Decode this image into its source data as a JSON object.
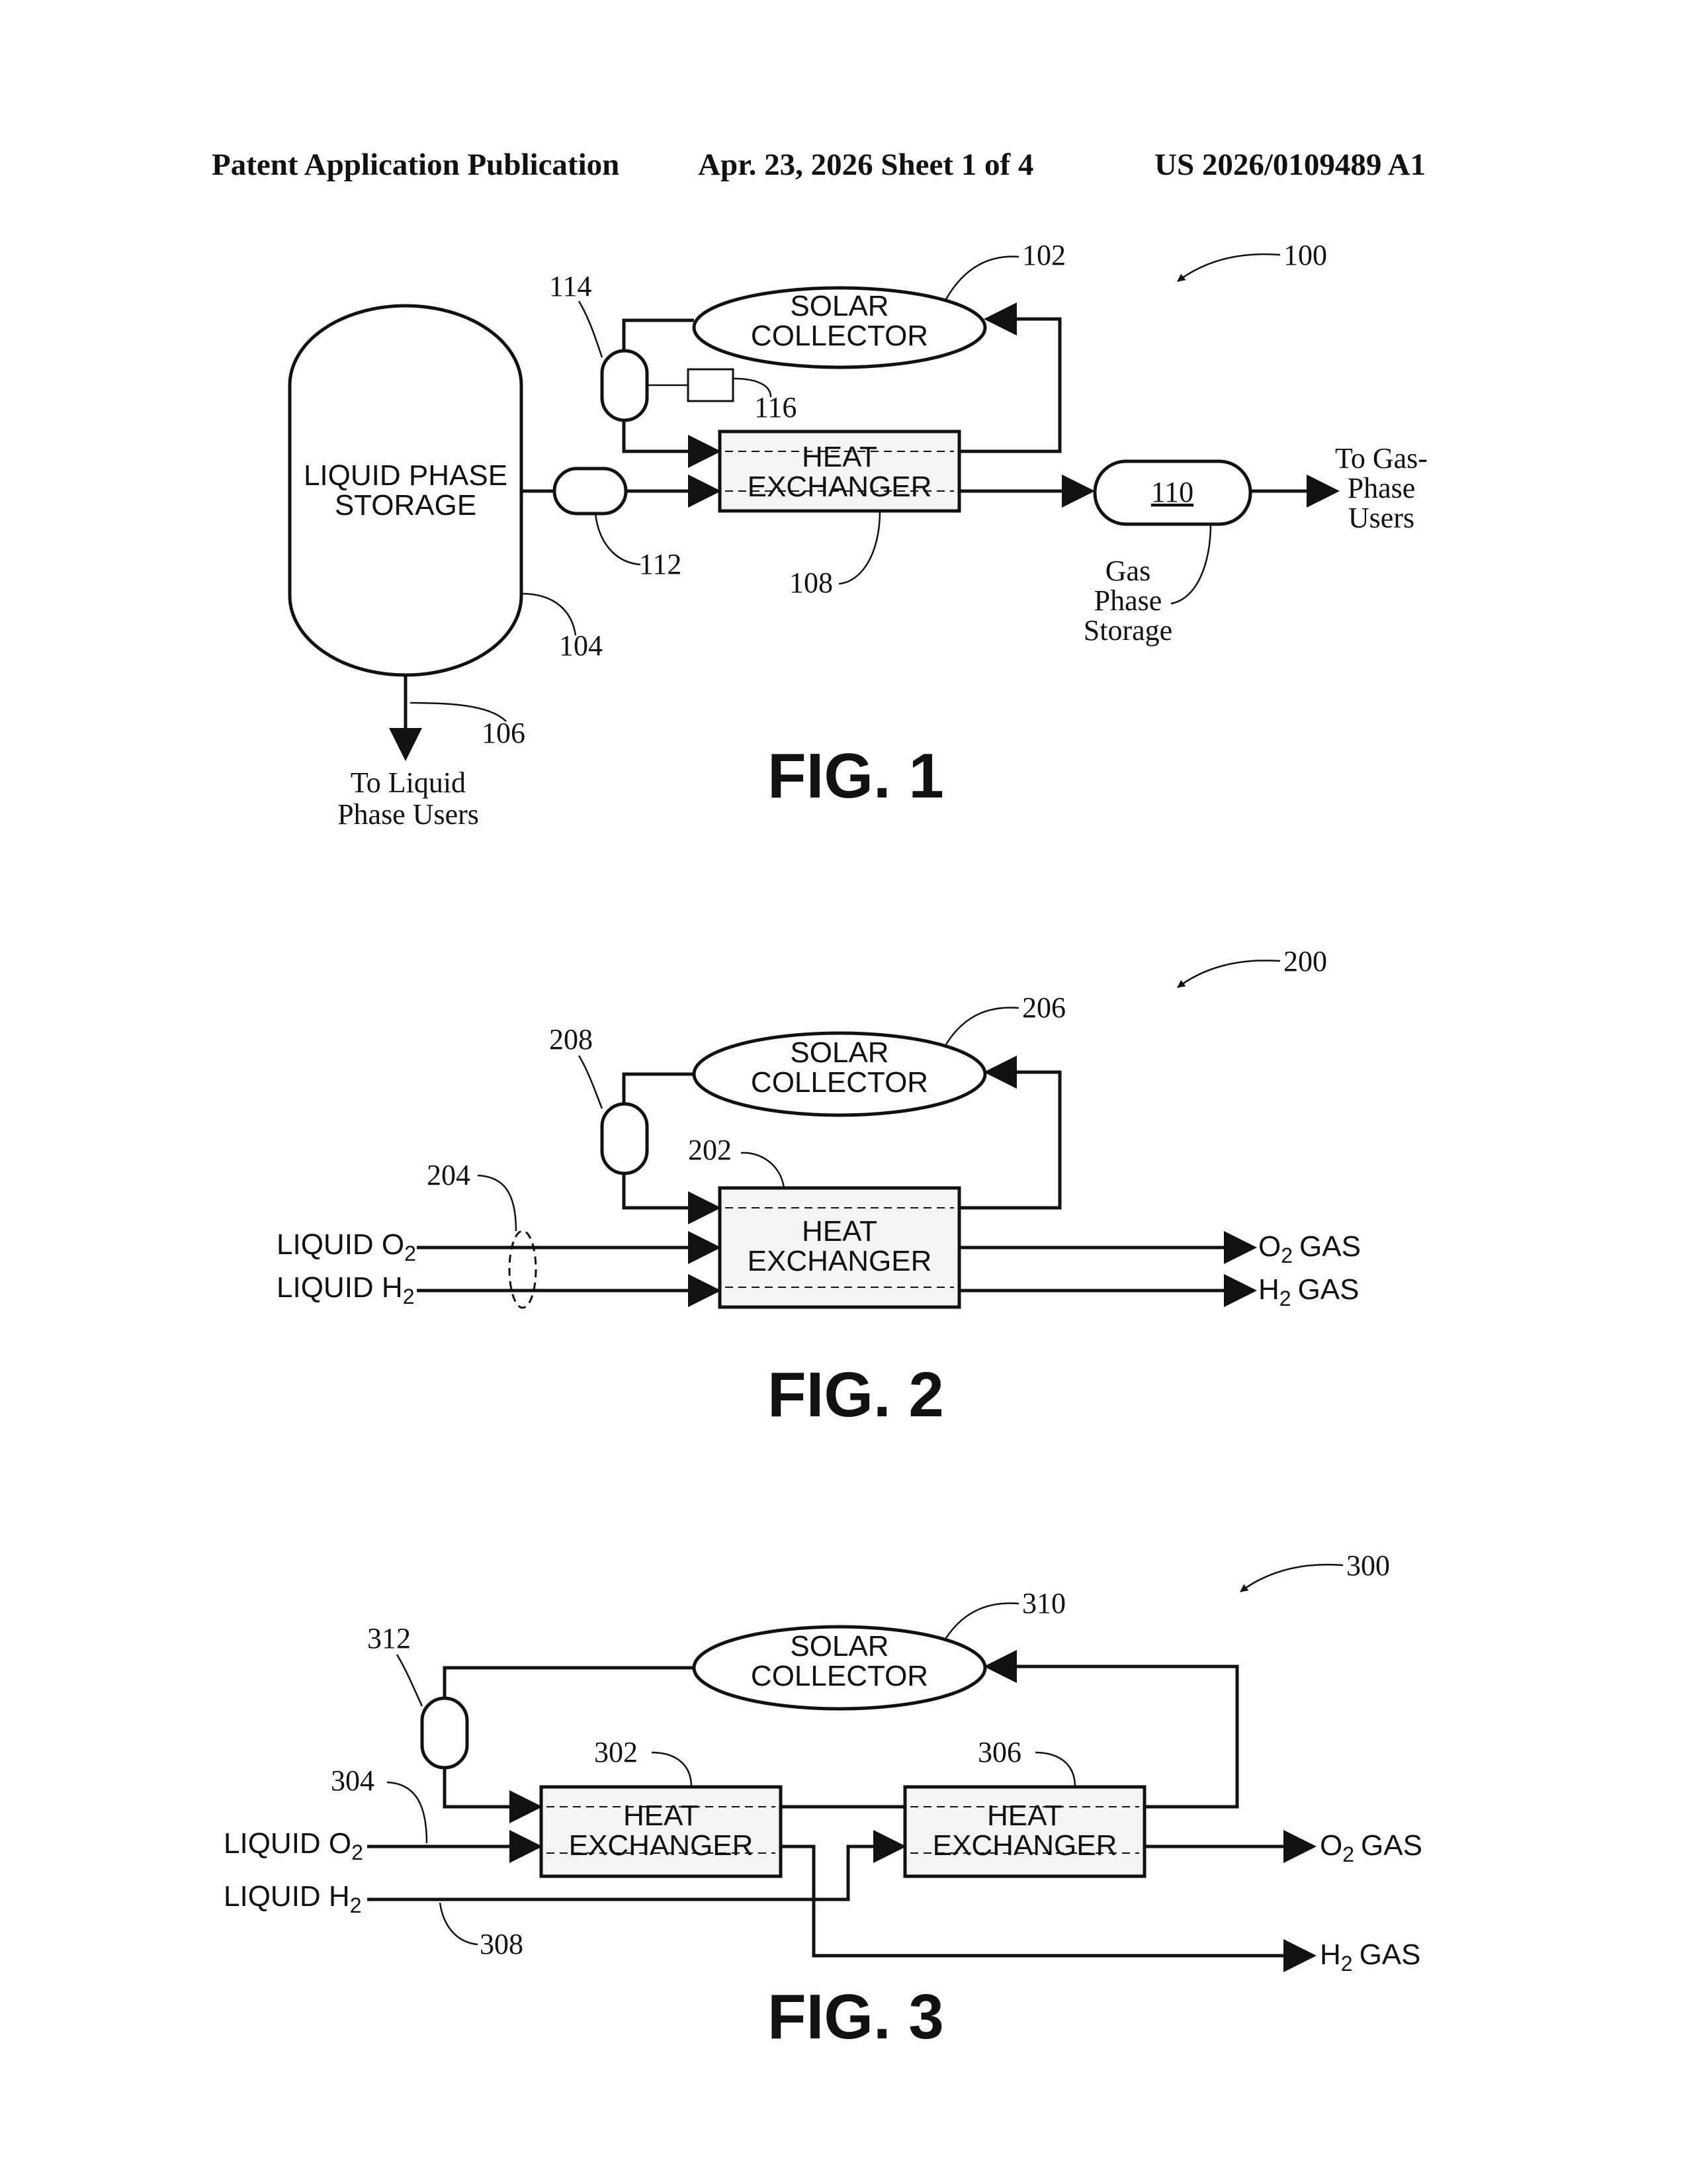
{
  "header": {
    "left": "Patent Application Publication",
    "center": "Apr. 23, 2026  Sheet 1 of 4",
    "right": "US 2026/0109489 A1"
  },
  "fig1": {
    "caption": "FIG. 1",
    "ref_system": "100",
    "ref_solar": "102",
    "ref_tank": "104",
    "ref_liquid_out": "106",
    "ref_heat_exchanger": "108",
    "ref_gas_storage": "110",
    "ref_pump": "112",
    "ref_valve": "114",
    "ref_controller": "116",
    "solar_line1": "SOLAR",
    "solar_line2": "COLLECTOR",
    "tank_line1": "LIQUID PHASE",
    "tank_line2": "STORAGE",
    "hx_line1": "HEAT",
    "hx_line2": "EXCHANGER",
    "gas_storage_line1": "Gas",
    "gas_storage_line2": "Phase",
    "gas_storage_line3": "Storage",
    "to_gas_line1": "To Gas-",
    "to_gas_line2": "Phase",
    "to_gas_line3": "Users",
    "to_liquid_line1": "To Liquid",
    "to_liquid_line2": "Phase Users"
  },
  "fig2": {
    "caption": "FIG. 2",
    "ref_system": "200",
    "ref_heat_exchanger": "202",
    "ref_inputs": "204",
    "ref_solar": "206",
    "ref_valve": "208",
    "solar_line1": "SOLAR",
    "solar_line2": "COLLECTOR",
    "hx_line1": "HEAT",
    "hx_line2": "EXCHANGER",
    "in_o2": "LIQUID O",
    "in_h2": "LIQUID H",
    "out_o2_gas": "GAS",
    "out_h2_gas": "GAS",
    "o2_symbol": "O",
    "h2_symbol": "H",
    "subscript": "2"
  },
  "fig3": {
    "caption": "FIG. 3",
    "ref_system": "300",
    "ref_hx1": "302",
    "ref_o2_in": "304",
    "ref_hx2": "306",
    "ref_h2_in": "308",
    "ref_solar": "310",
    "ref_valve": "312",
    "solar_line1": "SOLAR",
    "solar_line2": "COLLECTOR",
    "hx1_line1": "HEAT",
    "hx1_line2": "EXCHANGER",
    "hx2_line1": "HEAT",
    "hx2_line2": "EXCHANGER",
    "in_o2": "LIQUID O",
    "in_h2": "LIQUID H",
    "out_o2_gas": "GAS",
    "out_h2_gas": "GAS",
    "o2_symbol": "O",
    "h2_symbol": "H",
    "subscript": "2"
  }
}
